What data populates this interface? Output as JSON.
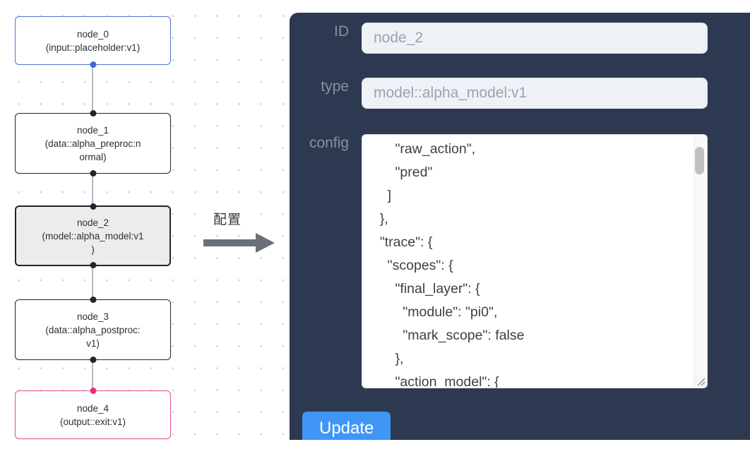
{
  "canvas": {
    "grid": "dot-grid",
    "nodes": [
      {
        "id": "node_0",
        "title": "node_0",
        "subtitle": "(input::placeholder:v1)",
        "text": "node_0\n(input::placeholder:v1)",
        "kind": "input",
        "accent": "#4f76c8",
        "selected": false
      },
      {
        "id": "node_1",
        "title": "node_1",
        "subtitle": "(data::alpha_preproc:normal)",
        "text": "node_1\n(data::alpha_preproc:n\normal)",
        "kind": "data",
        "accent": "#1f2430",
        "selected": false
      },
      {
        "id": "node_2",
        "title": "node_2",
        "subtitle": "(model::alpha_model:v1)",
        "text": "node_2\n(model::alpha_model:v1\n)",
        "kind": "model",
        "accent": "#1f2430",
        "selected": true
      },
      {
        "id": "node_3",
        "title": "node_3",
        "subtitle": "(data::alpha_postproc:v1)",
        "text": "node_3\n(data::alpha_postproc:\nv1)",
        "kind": "data",
        "accent": "#1f2430",
        "selected": false
      },
      {
        "id": "node_4",
        "title": "node_4",
        "subtitle": "(output::exit:v1)",
        "text": "node_4\n(output::exit:v1)",
        "kind": "output",
        "accent": "#e5489a",
        "selected": false
      }
    ]
  },
  "transform": {
    "caption": "配置",
    "arrow_icon": "arrow-right-icon",
    "arrow_color": "#6b7078"
  },
  "inspector": {
    "panel_color": "#2d3950",
    "fields": [
      {
        "label": "ID",
        "value": "node_2"
      },
      {
        "label": "type",
        "value": "model::alpha_model:v1"
      },
      {
        "label": "config",
        "value": ""
      }
    ],
    "id_label": "ID",
    "id_value": "node_2",
    "type_label": "type",
    "type_value": "model::alpha_model:v1",
    "config_label": "config",
    "config_value": "      \"raw_action\",\n      \"pred\"\n    ]\n  },\n  \"trace\": {\n    \"scopes\": {\n      \"final_layer\": {\n        \"module\": \"pi0\",\n        \"mark_scope\": false\n      },\n      \"action_model\": {",
    "scrollbar": {
      "visible": true,
      "thumb_position": "top"
    },
    "resize_handle": "resize-grip-icon",
    "update_label": "Update",
    "update_color": "#4096f7"
  }
}
